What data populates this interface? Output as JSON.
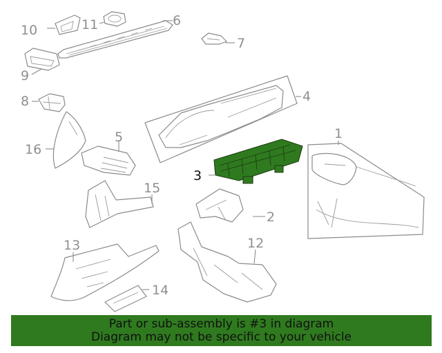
{
  "diagram": {
    "highlight_color": "#2f7a1f",
    "line_color": "#8a8a8a",
    "callouts": [
      {
        "id": "1",
        "label": "1"
      },
      {
        "id": "2",
        "label": "2"
      },
      {
        "id": "3",
        "label": "3",
        "highlighted": true
      },
      {
        "id": "4",
        "label": "4"
      },
      {
        "id": "5",
        "label": "5"
      },
      {
        "id": "6",
        "label": "6"
      },
      {
        "id": "7",
        "label": "7"
      },
      {
        "id": "8",
        "label": "8"
      },
      {
        "id": "9",
        "label": "9"
      },
      {
        "id": "10",
        "label": "10"
      },
      {
        "id": "11",
        "label": "11"
      },
      {
        "id": "12",
        "label": "12"
      },
      {
        "id": "13",
        "label": "13"
      },
      {
        "id": "14",
        "label": "14"
      },
      {
        "id": "15",
        "label": "15"
      },
      {
        "id": "16",
        "label": "16"
      }
    ]
  },
  "banner": {
    "background": "#2f7a1f",
    "line1": "Part or sub-assembly is #3 in diagram",
    "line2": "Diagram may not be specific to your vehicle"
  }
}
